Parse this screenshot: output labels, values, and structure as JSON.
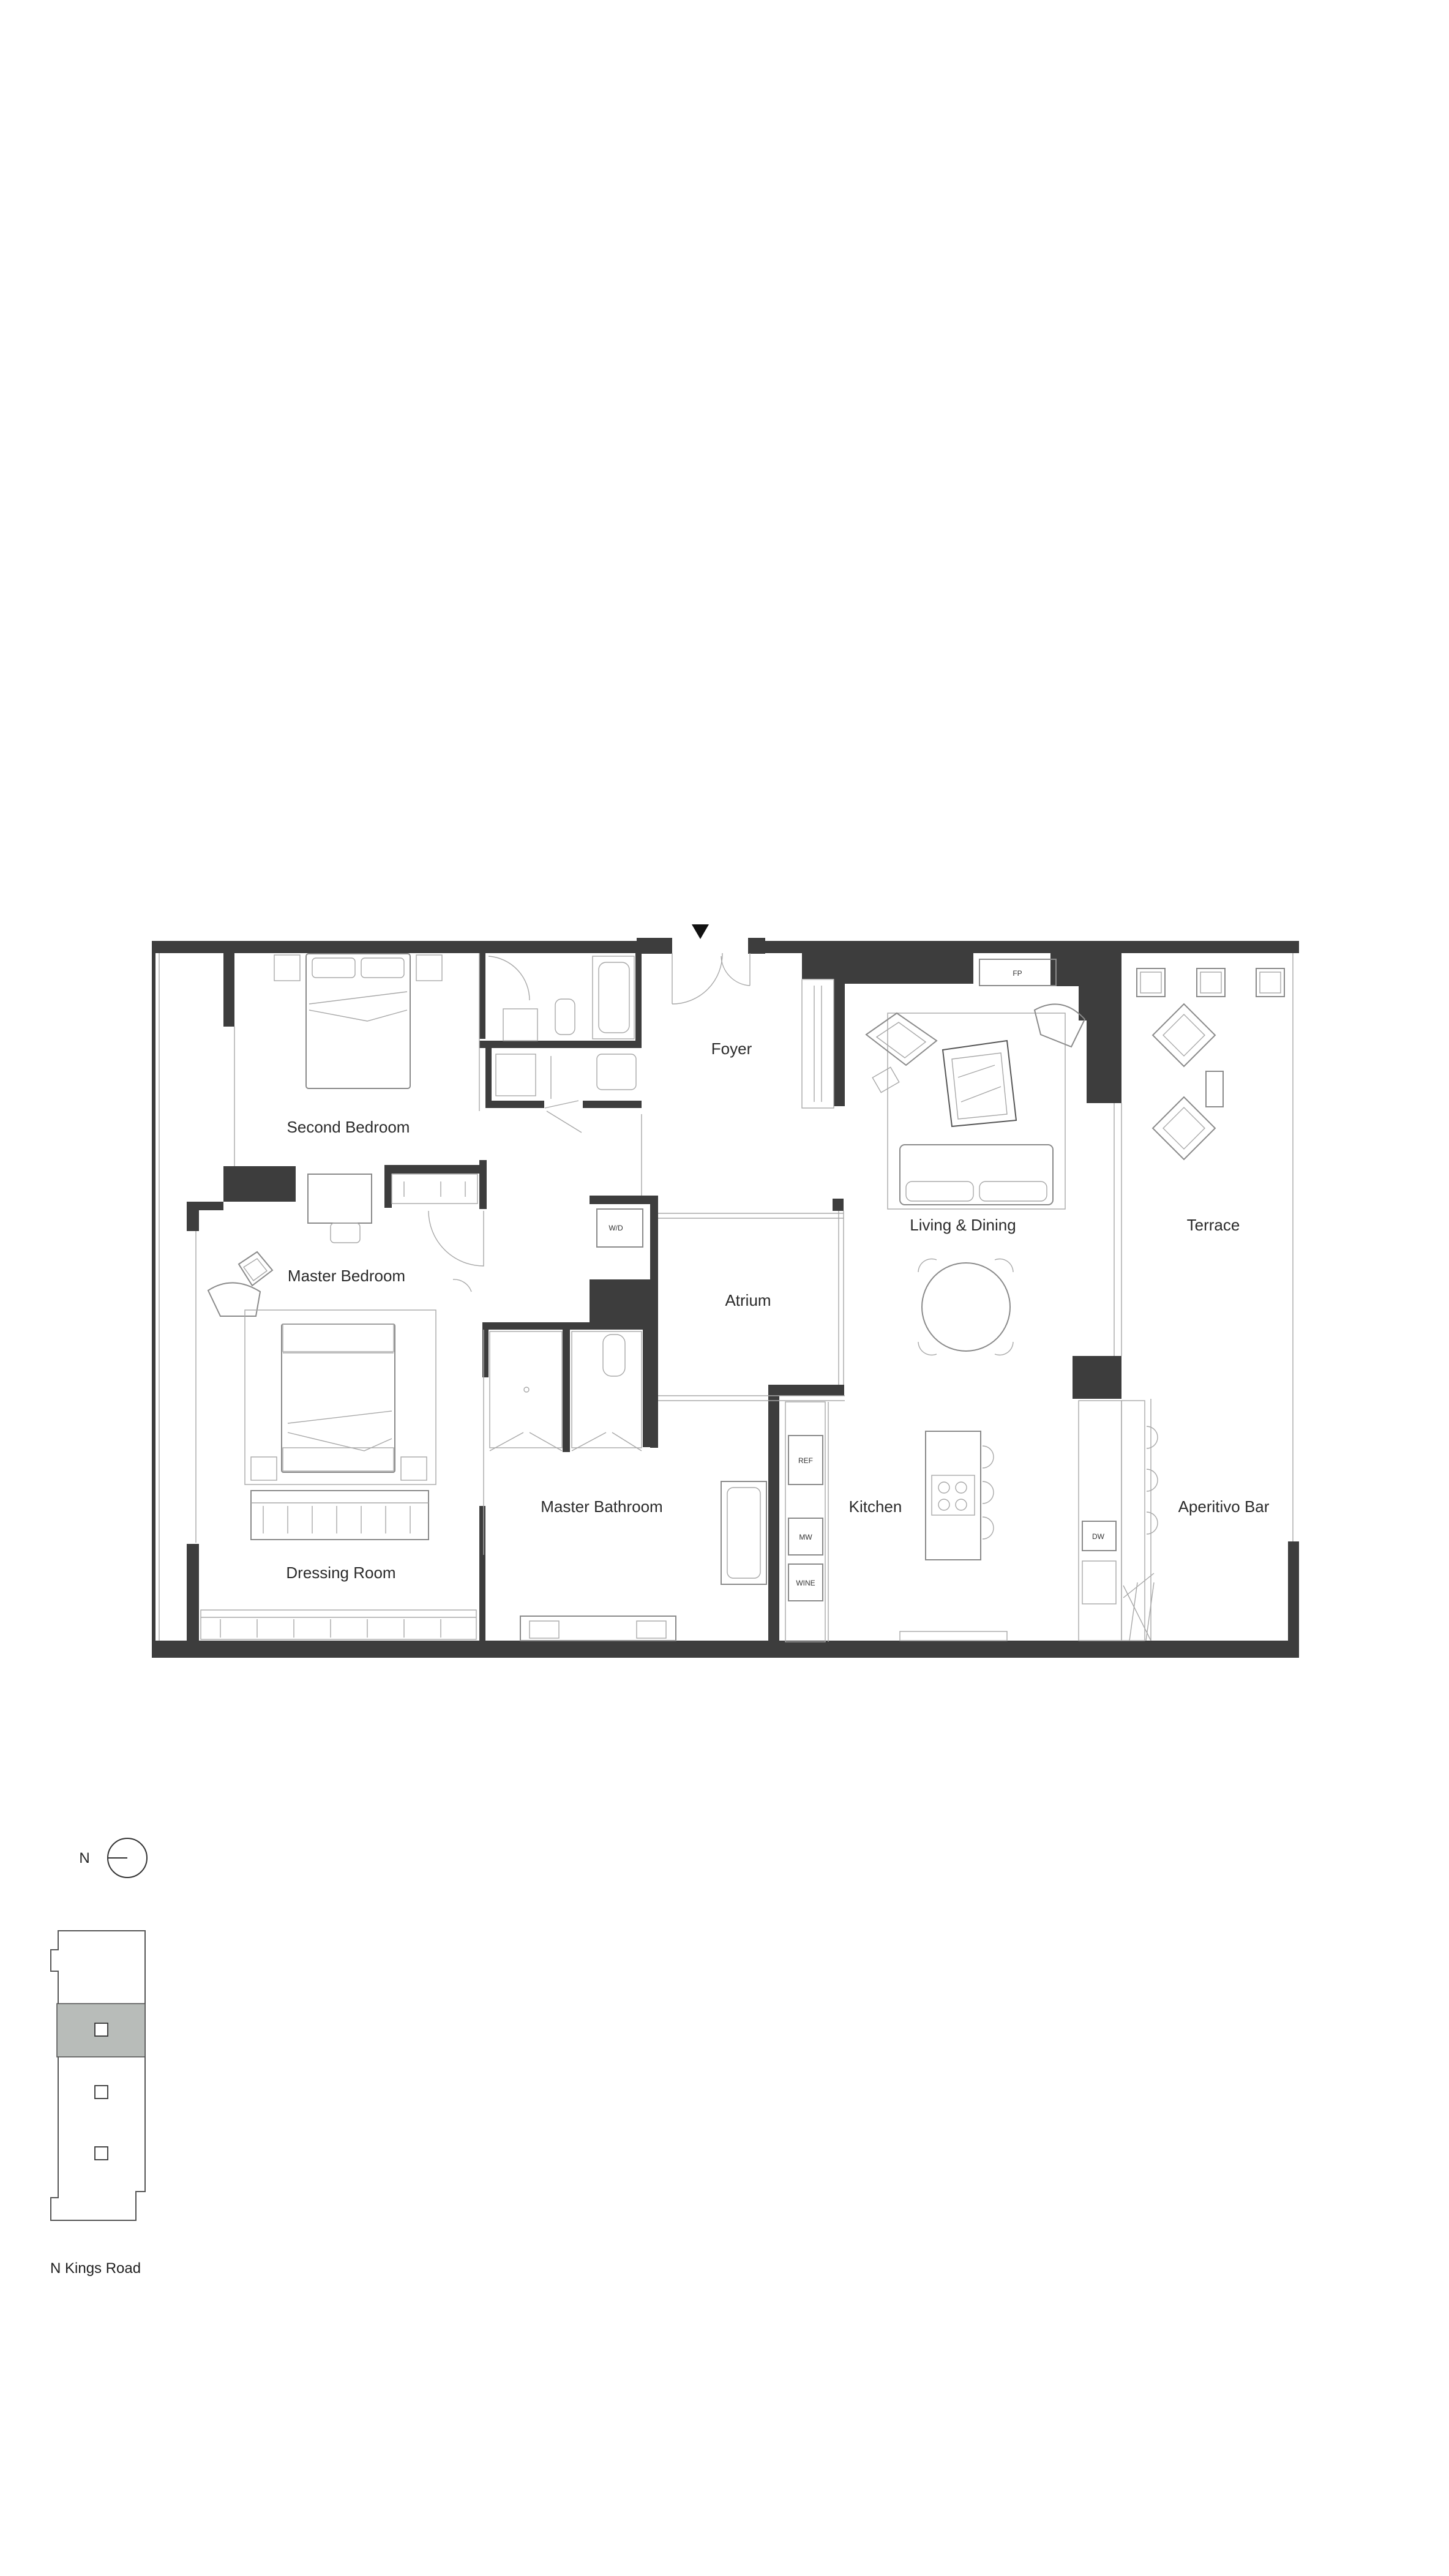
{
  "rooms": {
    "second_bedroom": "Second Bedroom",
    "foyer": "Foyer",
    "living_dining": "Living & Dining",
    "terrace": "Terrace",
    "master_bedroom": "Master Bedroom",
    "atrium": "Atrium",
    "master_bathroom": "Master Bathroom",
    "kitchen": "Kitchen",
    "aperitivo_bar": "Aperitivo Bar",
    "dressing_room": "Dressing Room"
  },
  "tags": {
    "fireplace": "FP",
    "washer_dryer": "W/D",
    "refrigerator": "REF",
    "microwave": "MW",
    "wine": "WINE",
    "dishwasher": "DW"
  },
  "compass": {
    "label": "N"
  },
  "key_plan": {
    "street_label": "N Kings Road",
    "highlight_color": "#b8bcb9"
  },
  "colors": {
    "wall": "#3d3d3d",
    "line": "#8a8a8a"
  }
}
